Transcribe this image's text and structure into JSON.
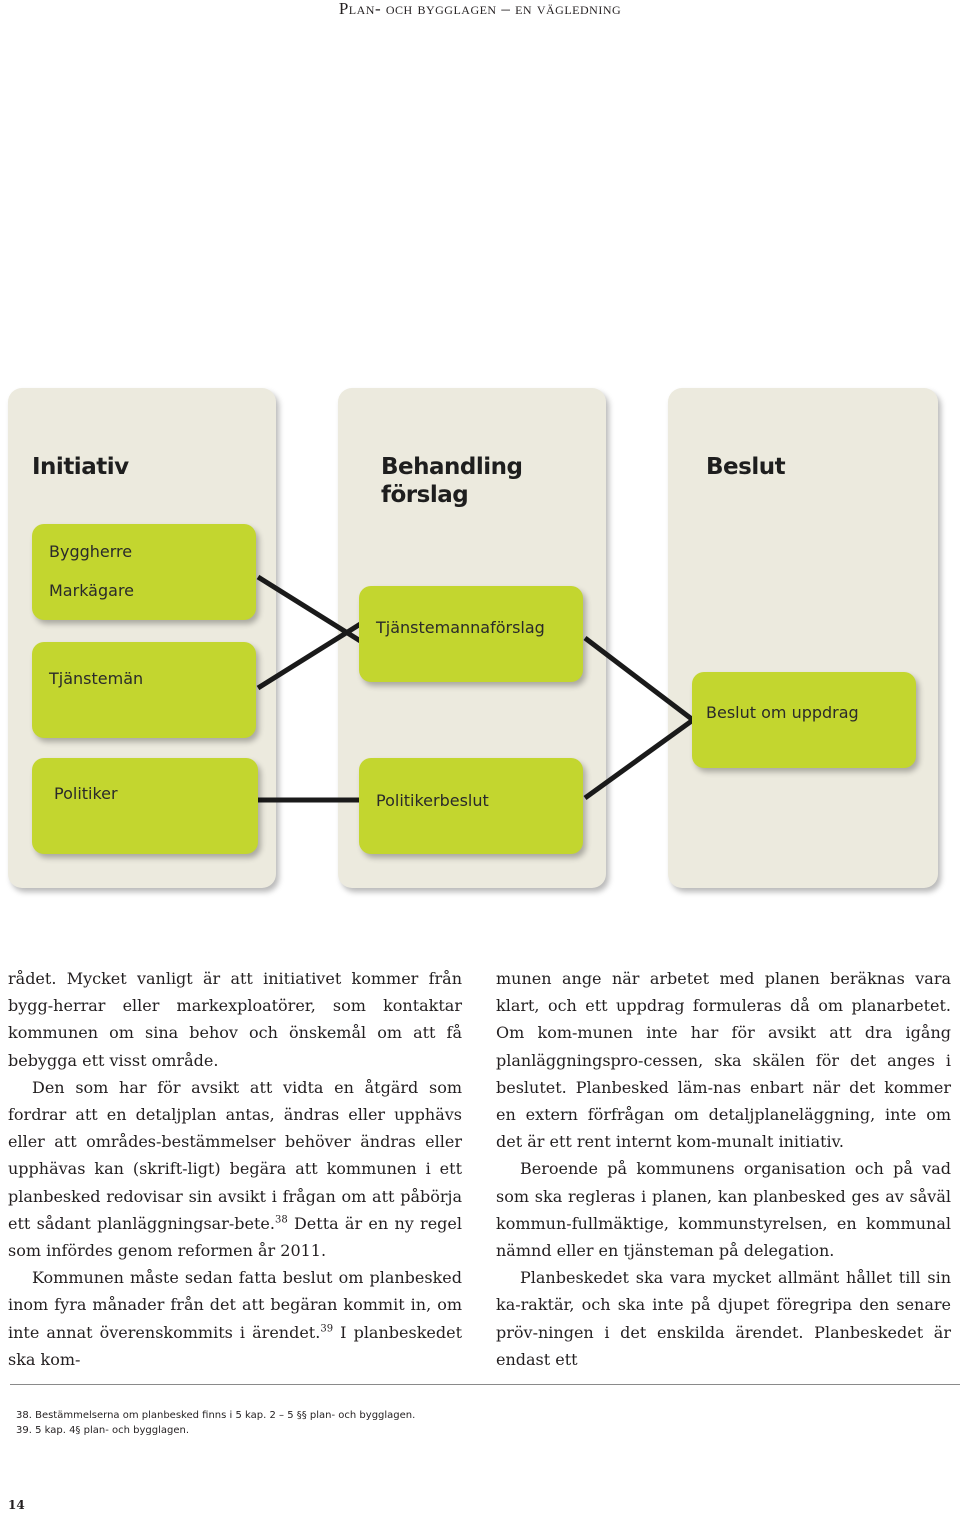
{
  "header": {
    "running_head": "Plan- och bygglagen – en vägledning"
  },
  "diagram": {
    "columns": [
      {
        "title_line1": "Initiativ",
        "title_line2": ""
      },
      {
        "title_line1": "Behandling",
        "title_line2": "förslag"
      },
      {
        "title_line1": "Beslut",
        "title_line2": ""
      }
    ],
    "boxes": {
      "initiative_top_line1": "Byggherre",
      "initiative_top_line2": "Markägare",
      "initiative_mid": "Tjänstemän",
      "initiative_bottom": "Politiker",
      "treatment_top": "Tjänstemannaförslag",
      "treatment_bottom": "Politikerbeslut",
      "decision": "Beslut om uppdrag"
    }
  },
  "body": {
    "left_p1": "rådet. Mycket vanligt är att initiativet kommer från bygg-herrar eller markexploatörer, som kontaktar kommunen om sina behov och önskemål om att få bebygga ett visst område.",
    "left_p2_text": "Den som har för avsikt att vidta en åtgärd som fordrar att en detaljplan antas, ändras eller upphävs eller att områdes-bestämmelser behöver ändras eller upphävas kan (skrift-ligt) begära att kommunen i ett planbesked redovisar sin avsikt i frågan om att påbörja ett sådant planläggningsar-bete.",
    "left_p2_ref": "38",
    "left_p2_tail": " Detta är en ny regel som infördes genom reformen år 2011.",
    "left_p3_text": "Kommunen måste sedan fatta beslut om planbesked inom fyra månader från det att begäran kommit in, om inte annat överenskommits i ärendet.",
    "left_p3_ref": "39",
    "left_p3_tail": " I planbeskedet ska kom-",
    "right_p1": "munen ange när arbetet med planen beräknas vara klart, och ett uppdrag formuleras då om planarbetet. Om kom-munen inte har för avsikt att dra igång planläggningspro-cessen, ska skälen för det anges i beslutet. Planbesked läm-nas enbart när det kommer en extern förfrågan om detaljplaneläggning, inte om det är ett rent internt kom-munalt initiativ.",
    "right_p2": "Beroende på kommunens organisation och på vad som ska regleras i planen, kan planbesked ges av såväl kommun-fullmäktige, kommunstyrelsen, en kommunal nämnd eller en tjänsteman på delegation.",
    "right_p3": "Planbeskedet ska vara mycket allmänt hållet till sin ka-raktär, och ska inte på djupet föregripa den senare pröv-ningen i det enskilda ärendet. Planbeskedet är endast ett"
  },
  "footnotes": [
    "38. Bestämmelserna om planbesked finns i 5 kap. 2 – 5 §§ plan- och bygglagen.",
    "39. 5 kap. 4§ plan- och bygglagen."
  ],
  "page_number": "14",
  "colors": {
    "panel": "#eceade",
    "box": "#c3d62f",
    "connector": "#1a1a1a"
  }
}
